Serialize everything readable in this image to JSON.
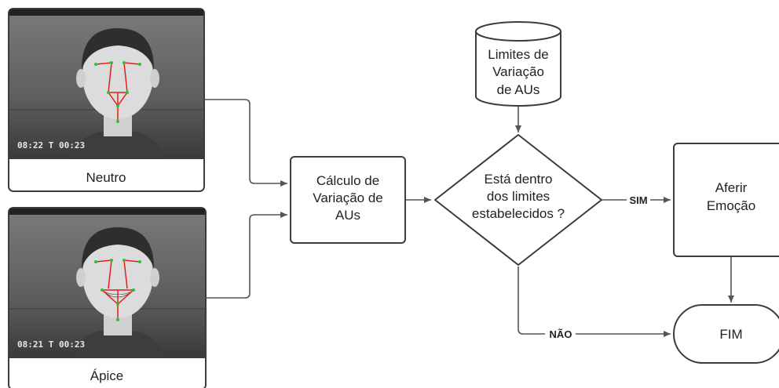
{
  "photos": {
    "neutral": {
      "caption": "Neutro",
      "timestamp": "08:22 T 00:23"
    },
    "apex": {
      "caption": "Ápice",
      "timestamp": "08:21 T 00:23"
    }
  },
  "nodes": {
    "calc": {
      "lines": [
        "Cálculo de",
        "Variação de",
        "AUs"
      ]
    },
    "limits": {
      "lines": [
        "Limites de",
        "Variação",
        "de AUs"
      ]
    },
    "decision": {
      "lines": [
        "Está dentro",
        "dos limites",
        "estabelecidos ?"
      ]
    },
    "emotion": {
      "lines": [
        "Aferir",
        "Emoção"
      ]
    },
    "end": {
      "label": "FIM"
    }
  },
  "edges": {
    "yes_label": "SIM",
    "no_label": "NÃO"
  },
  "colors": {
    "stroke": "#3c3c3c",
    "landmark_red": "#e02020",
    "landmark_green": "#30c030"
  }
}
